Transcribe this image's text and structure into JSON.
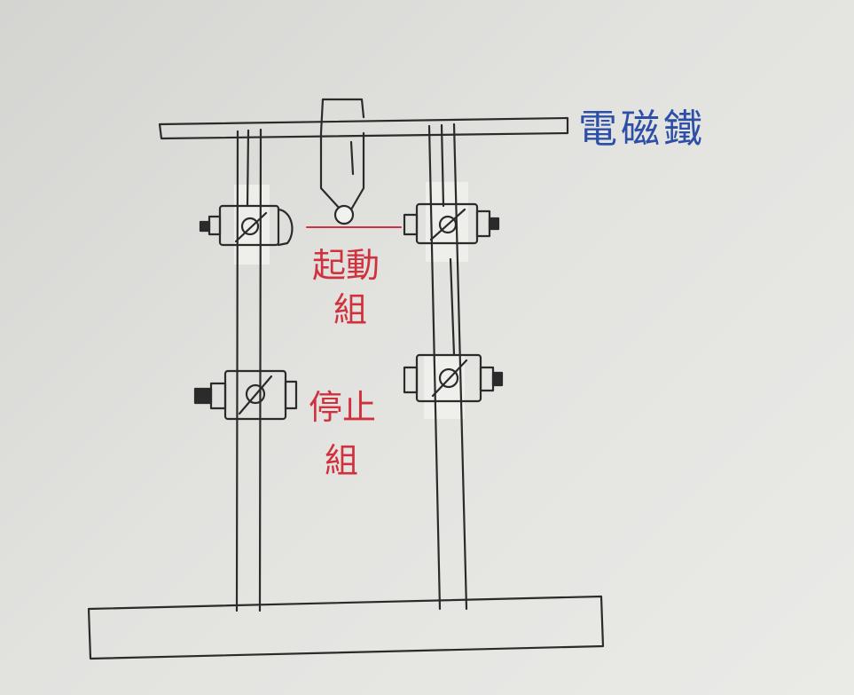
{
  "labels": {
    "electromagnet": "電磁鐵",
    "start_group_1": "起動",
    "start_group_2": "組",
    "stop_group_1": "停止",
    "stop_group_2": "組"
  },
  "colors": {
    "ink": "#2b2b2b",
    "blue_ink": "#2d4fa8",
    "red_ink": "#d0323d",
    "tape": "#f1f1ee"
  }
}
